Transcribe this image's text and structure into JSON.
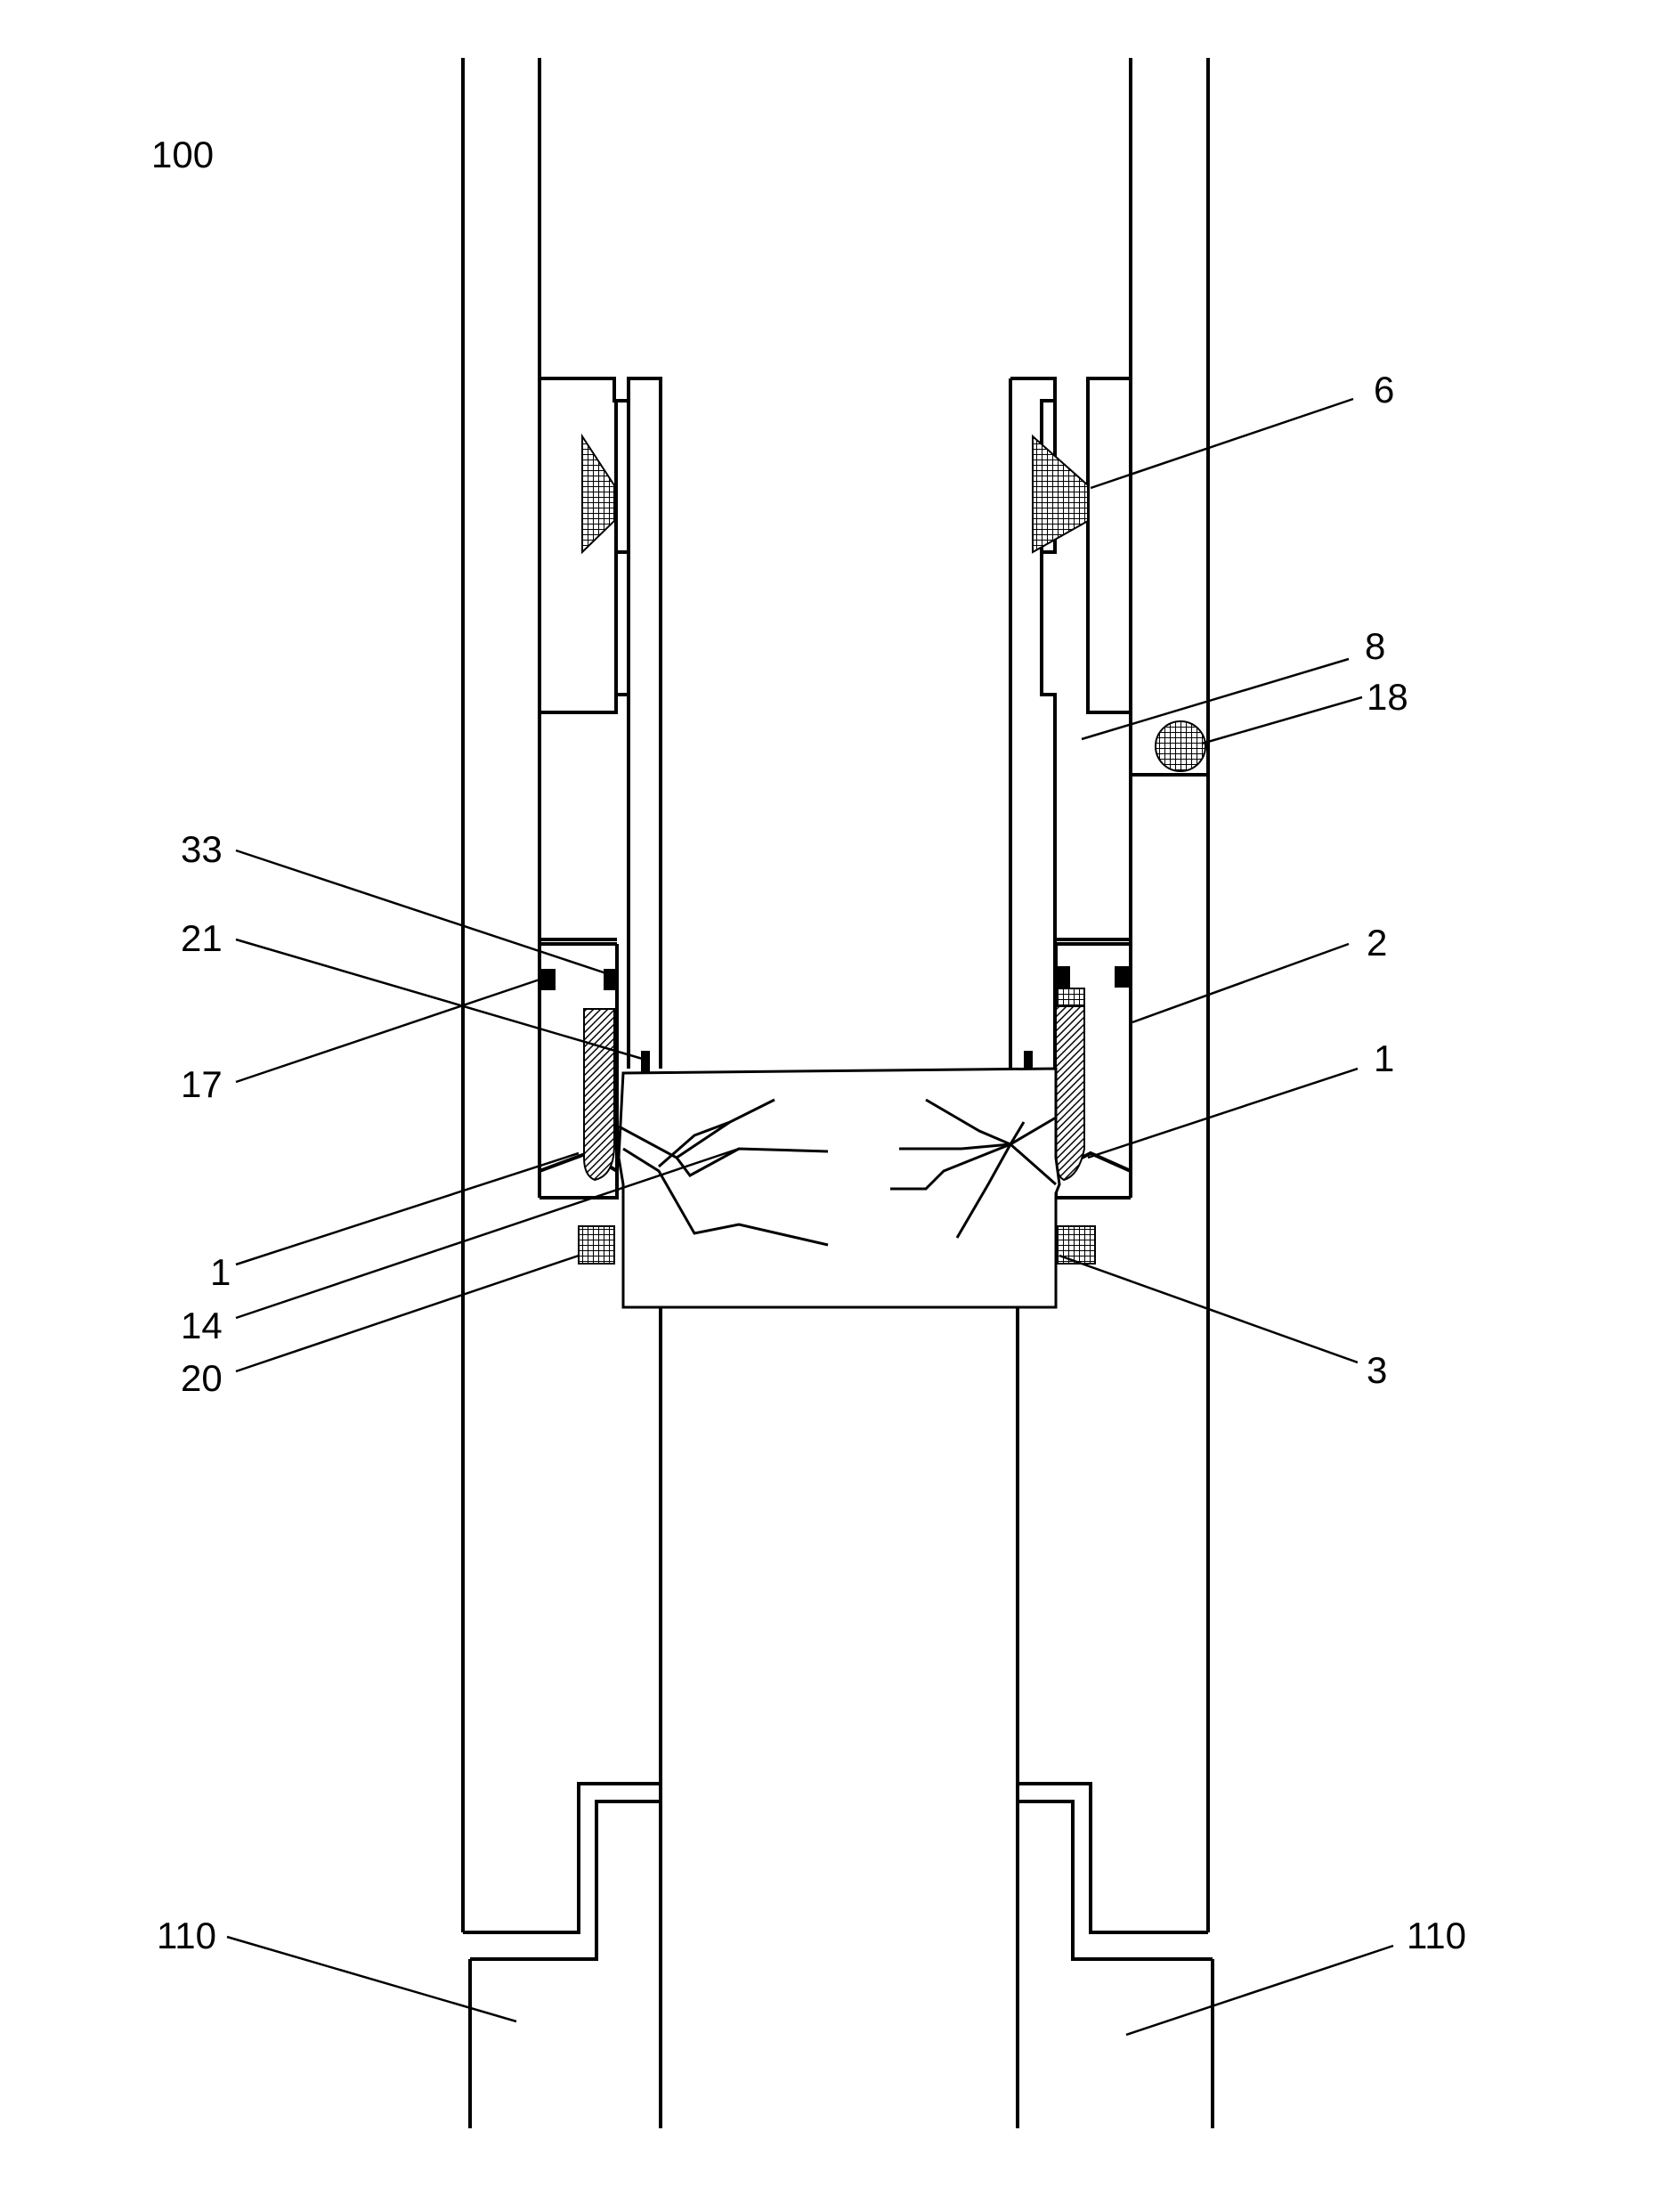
{
  "figure_label": "100",
  "reference_numerals": {
    "n6": "6",
    "n8": "8",
    "n18": "18",
    "n33": "33",
    "n21": "21",
    "n2": "2",
    "n17": "17",
    "n1_right": "1",
    "n1_left": "1",
    "n14": "14",
    "n20": "20",
    "n3": "3",
    "n110_left": "110",
    "n110_right": "110"
  },
  "colors": {
    "ink": "#000000",
    "paper": "#ffffff"
  }
}
